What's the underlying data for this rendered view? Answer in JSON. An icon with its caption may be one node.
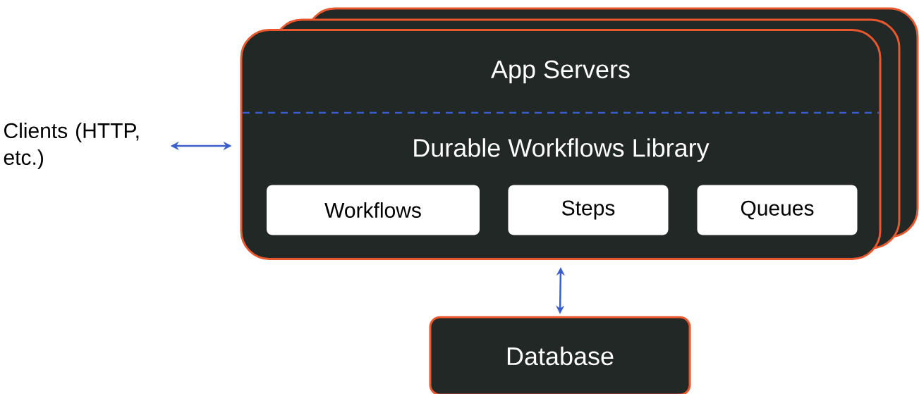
{
  "diagram": {
    "nodes": [
      {
        "text": [
          "Clients (HTTP, etc.)"
        ]
      },
      {
        "text": [
          "App Servers",
          "Durable Workflows Library"
        ]
      },
      {
        "text": [
          "Workflows"
        ],
        "in": 1
      },
      {
        "text": [
          "Steps"
        ],
        "in": 1
      },
      {
        "text": [
          "Queues"
        ],
        "in": 1
      },
      {
        "text": [
          "Database"
        ]
      }
    ],
    "edges": [
      {
        "from": 0,
        "to": 1,
        "arrow": "both"
      },
      {
        "from": 1,
        "to": 5,
        "arrow": "both"
      }
    ]
  }
}
